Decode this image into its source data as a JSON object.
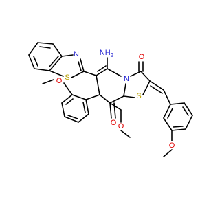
{
  "colors": {
    "bond": "#000000",
    "nitrogen": "#1f1fd0",
    "oxygen": "#e00000",
    "sulfur": "#b8a000",
    "background": "#ffffff"
  },
  "labels": {
    "amine": "NH",
    "amine_sub": "2",
    "n_benzothiazole": "N",
    "s_benzothiazole": "S",
    "n_ring": "N",
    "s_thiazole": "S",
    "o_ketone": "O",
    "o_methoxy_left": "O",
    "o_methoxy_right": "O",
    "o_ester_carbonyl": "O",
    "o_ester_ether": "O"
  }
}
